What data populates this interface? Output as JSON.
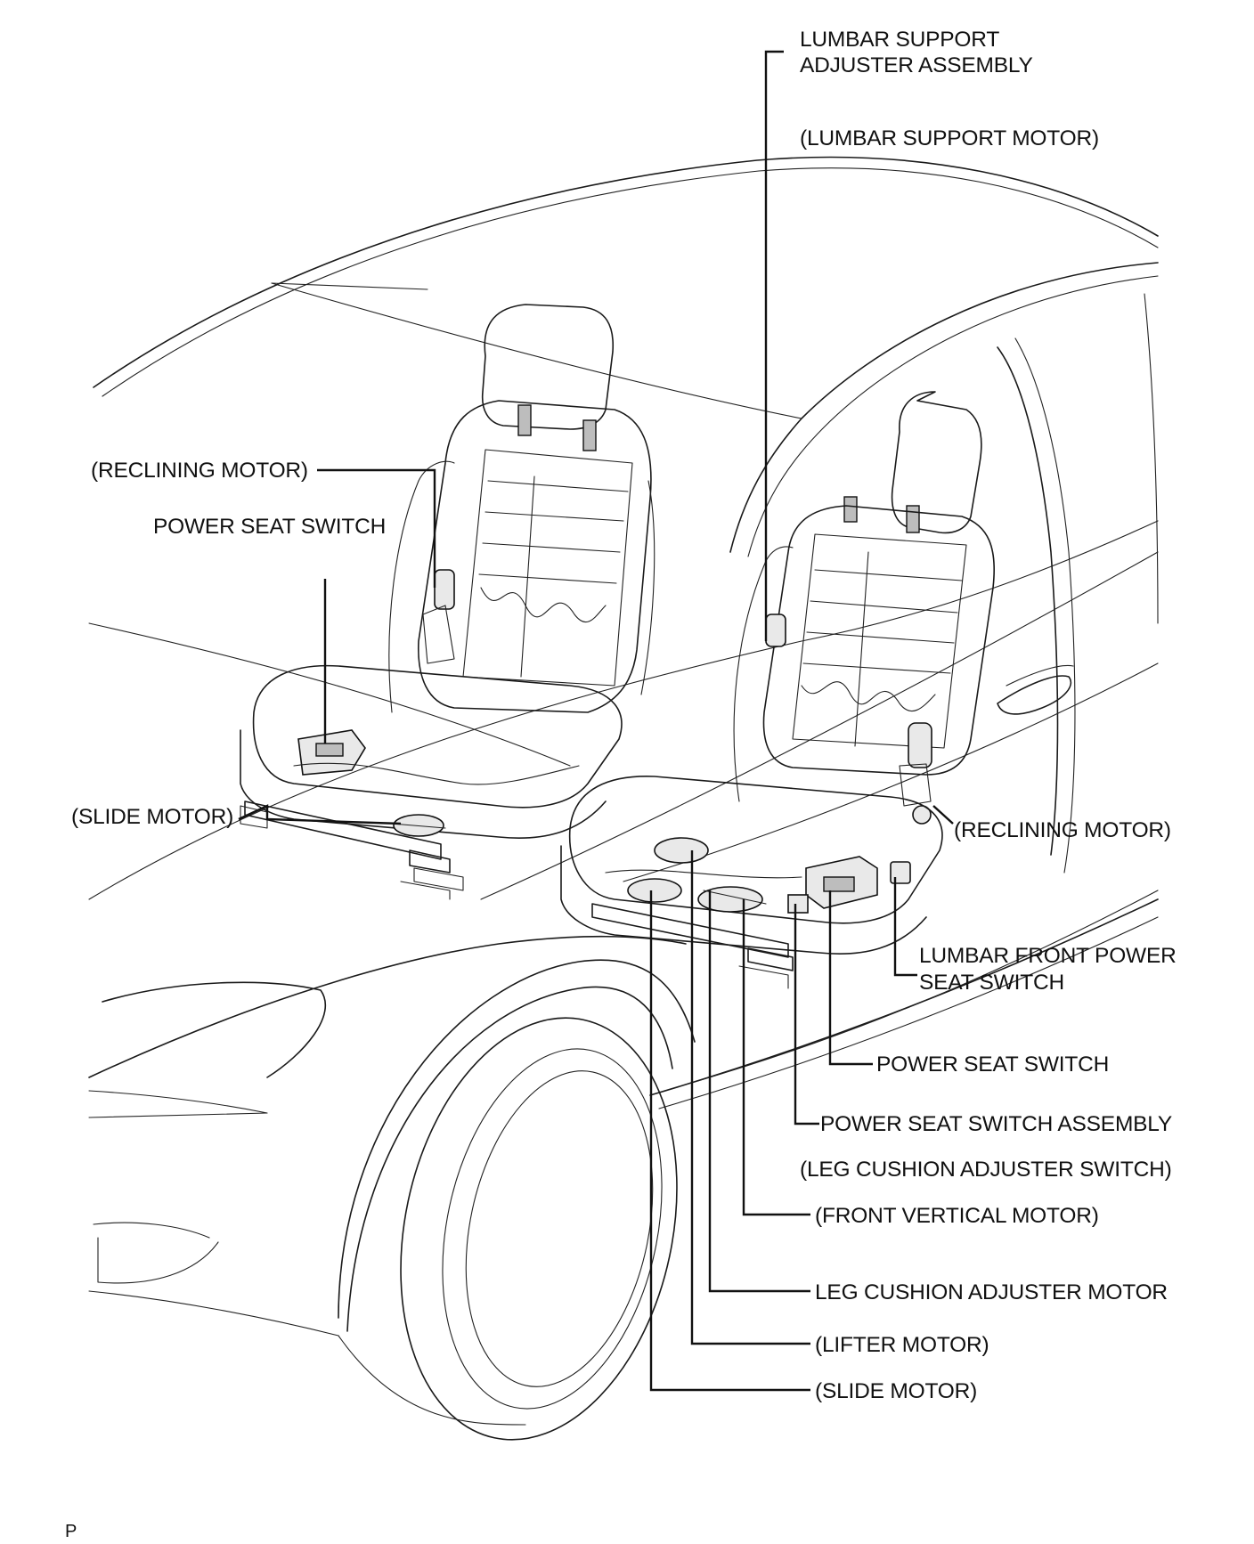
{
  "labels": {
    "lumbar_support_adjuster_line1": "LUMBAR SUPPORT",
    "lumbar_support_adjuster_line2": "ADJUSTER ASSEMBLY",
    "lumbar_support_motor": "(LUMBAR SUPPORT MOTOR)",
    "reclining_motor_left": "(RECLINING MOTOR)",
    "power_seat_switch_left": "POWER SEAT SWITCH",
    "slide_motor_left": "(SLIDE MOTOR)",
    "reclining_motor_right": "(RECLINING MOTOR)",
    "lumbar_front_power_line1": "LUMBAR FRONT POWER",
    "lumbar_front_power_line2": "SEAT SWITCH",
    "power_seat_switch_right": "POWER SEAT SWITCH",
    "power_seat_switch_assembly": "POWER SEAT SWITCH ASSEMBLY",
    "leg_cushion_adjuster_switch": "(LEG CUSHION ADJUSTER SWITCH)",
    "front_vertical_motor": "(FRONT VERTICAL MOTOR)",
    "leg_cushion_adjuster_motor": "LEG CUSHION ADJUSTER MOTOR",
    "lifter_motor": "(LIFTER MOTOR)",
    "slide_motor_right": "(SLIDE MOTOR)",
    "page_marker": "P"
  }
}
